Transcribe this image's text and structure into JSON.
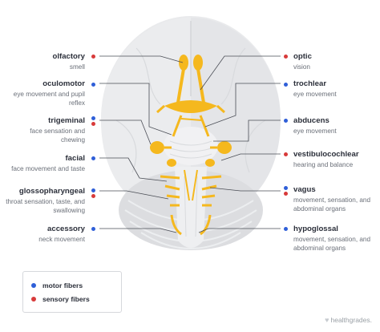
{
  "colors": {
    "motor": "#2f5fd8",
    "sensory": "#d83a3a",
    "nerve": "#f5b81e",
    "brain": "#e7e8ea",
    "leader": "#4a4d55"
  },
  "left_labels": [
    {
      "key": "olfactory",
      "name": "olfactory",
      "desc": "smell",
      "fibers": [
        "sensory"
      ]
    },
    {
      "key": "oculomotor",
      "name": "oculomotor",
      "desc": "eye movement and pupil reflex",
      "fibers": [
        "motor"
      ]
    },
    {
      "key": "trigeminal",
      "name": "trigeminal",
      "desc": "face sensation and chewing",
      "fibers": [
        "motor",
        "sensory"
      ]
    },
    {
      "key": "facial",
      "name": "facial",
      "desc": "face movement and taste",
      "fibers": [
        "motor"
      ]
    },
    {
      "key": "glossopharyngeal",
      "name": "glossopharyngeal",
      "desc": "throat sensation, taste, and swallowing",
      "fibers": [
        "motor",
        "sensory"
      ]
    },
    {
      "key": "accessory",
      "name": "accessory",
      "desc": "neck movement",
      "fibers": [
        "motor"
      ]
    }
  ],
  "right_labels": [
    {
      "key": "optic",
      "name": "optic",
      "desc": "vision",
      "fibers": [
        "sensory"
      ]
    },
    {
      "key": "trochlear",
      "name": "trochlear",
      "desc": "eye movement",
      "fibers": [
        "motor"
      ]
    },
    {
      "key": "abducens",
      "name": "abducens",
      "desc": "eye movement",
      "fibers": [
        "motor"
      ]
    },
    {
      "key": "vestibulocochlear",
      "name": "vestibulocochlear",
      "desc": "hearing and balance",
      "fibers": [
        "sensory"
      ]
    },
    {
      "key": "vagus",
      "name": "vagus",
      "desc": "movement, sensation, and abdominal organs",
      "fibers": [
        "motor",
        "sensory"
      ]
    },
    {
      "key": "hypoglossal",
      "name": "hypoglossal",
      "desc": "movement, sensation, and abdominal organs",
      "fibers": [
        "motor"
      ]
    }
  ],
  "legend": {
    "motor_label": "motor fibers",
    "sensory_label": "sensory fibers"
  },
  "brand": "healthgrades."
}
